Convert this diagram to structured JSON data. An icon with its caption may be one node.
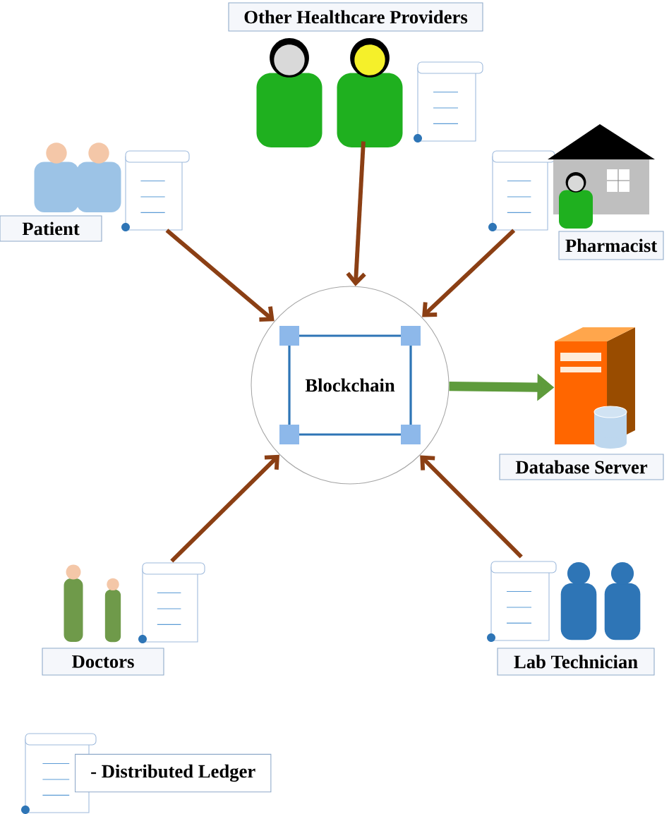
{
  "diagram": {
    "nodes": [
      {
        "text": [
          "Other Healthcare Providers"
        ]
      },
      {
        "text": [],
        "shape": "person"
      },
      {
        "text": [],
        "shape": "person"
      },
      {
        "text": [
          "Patient"
        ]
      },
      {
        "text": [],
        "shape": "picture"
      },
      {
        "text": [
          "Pharmacist"
        ]
      },
      {
        "text": [
          "Blockchain"
        ]
      },
      {
        "text": [],
        "shape": "picture"
      },
      {
        "text": [
          "Database Server"
        ]
      },
      {
        "text": [],
        "shape": "person"
      },
      {
        "text": [],
        "shape": "person"
      },
      {
        "text": [
          "Doctors"
        ]
      },
      {
        "text": [
          "Lab Technician"
        ]
      }
    ],
    "edges": [
      {
        "from": 1,
        "to": 6,
        "arrow": "to"
      },
      {
        "from": 2,
        "to": 6,
        "arrow": "to"
      },
      {
        "from": 4,
        "to": 6,
        "arrow": "to"
      },
      {
        "from": 6,
        "to": 7,
        "arrow": "to",
        "style": "thick",
        "color": "#5e9b3c"
      },
      {
        "from": 9,
        "to": 6,
        "arrow": "to"
      },
      {
        "from": 10,
        "to": 6,
        "arrow": "to"
      }
    ],
    "legend": [
      {
        "text": "- Distributed Ledger"
      }
    ]
  }
}
